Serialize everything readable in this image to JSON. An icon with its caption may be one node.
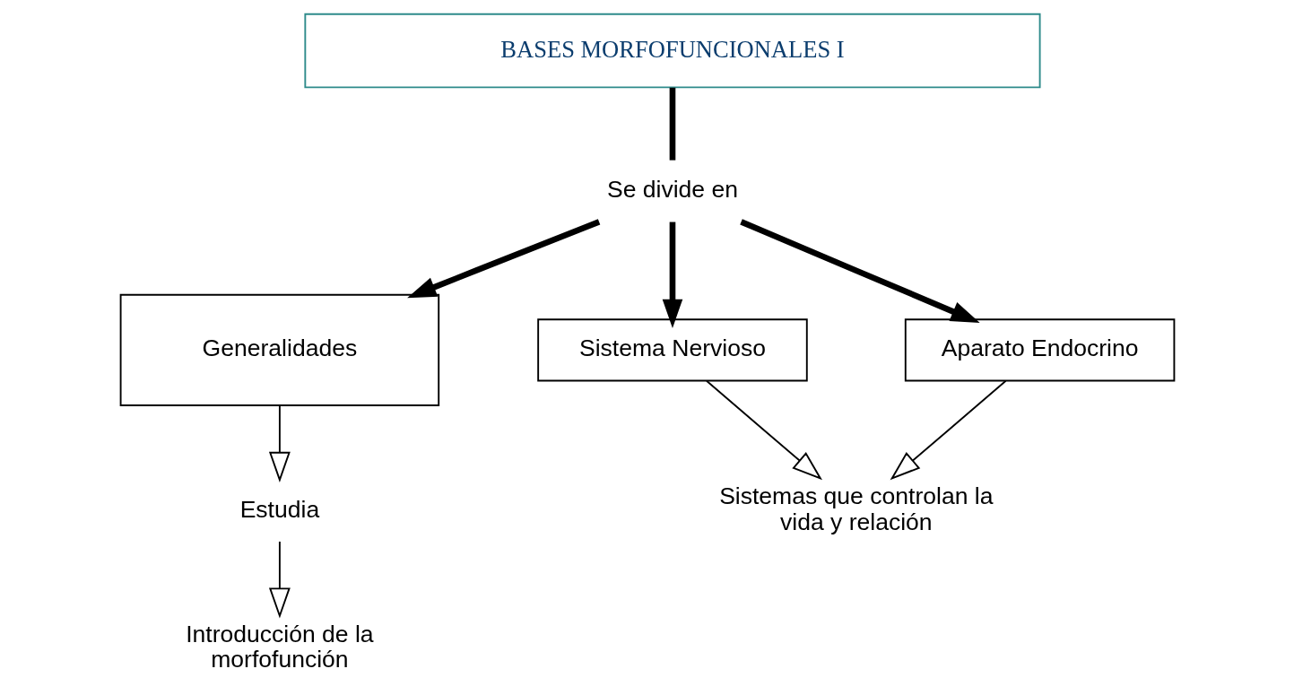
{
  "diagram": {
    "nodes": [
      {
        "text": [
          "BASES MORFOFUNCIONALES I"
        ]
      },
      {
        "text": [
          "Se divide en"
        ]
      },
      {
        "text": [
          "Generalidades"
        ]
      },
      {
        "text": [
          "Sistema Nervioso"
        ]
      },
      {
        "text": [
          "Aparato Endocrino"
        ]
      },
      {
        "text": [
          "Estudia"
        ]
      },
      {
        "text": [
          "Introducción de la morfofunción"
        ]
      },
      {
        "text": [
          "Sistemas que controlan la vida y relación"
        ]
      }
    ],
    "edges": [
      {
        "from": 0,
        "to": 1,
        "arrow": "none",
        "style": "thick"
      },
      {
        "from": 1,
        "to": 2,
        "arrow": "to",
        "style": "thick"
      },
      {
        "from": 1,
        "to": 3,
        "arrow": "to",
        "style": "thick"
      },
      {
        "from": 1,
        "to": 4,
        "arrow": "to",
        "style": "thick"
      },
      {
        "from": 2,
        "to": 5,
        "arrow": "to"
      },
      {
        "from": 5,
        "to": 6,
        "arrow": "to"
      },
      {
        "from": 3,
        "to": 7,
        "arrow": "to"
      },
      {
        "from": 4,
        "to": 7,
        "arrow": "to"
      }
    ]
  }
}
